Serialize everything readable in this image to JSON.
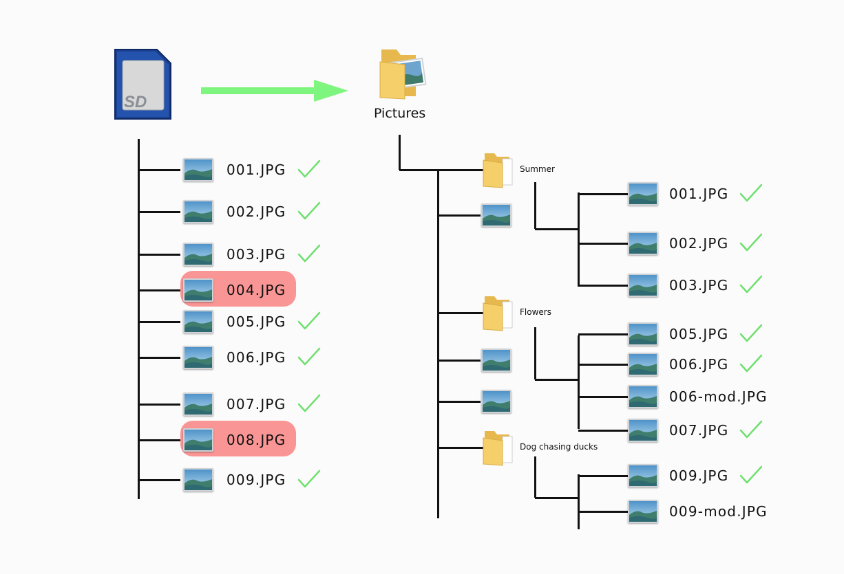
{
  "colors": {
    "arrow": "#7ef57e",
    "check": "#6fe06f",
    "highlight": "#f96a6a",
    "sd_card": "#1b3f8f",
    "folder": "#f4cf6a"
  },
  "sd_card": {
    "label": "SD",
    "icon": "sd-card-icon"
  },
  "source_files": [
    {
      "name": "001.JPG",
      "status": "copied"
    },
    {
      "name": "002.JPG",
      "status": "copied"
    },
    {
      "name": "003.JPG",
      "status": "copied"
    },
    {
      "name": "004.JPG",
      "status": "missing"
    },
    {
      "name": "005.JPG",
      "status": "copied"
    },
    {
      "name": "006.JPG",
      "status": "copied"
    },
    {
      "name": "007.JPG",
      "status": "copied"
    },
    {
      "name": "008.JPG",
      "status": "missing"
    },
    {
      "name": "009.JPG",
      "status": "copied"
    }
  ],
  "destination": {
    "root": "Pictures",
    "folders": [
      {
        "name": "Summer",
        "files": [
          {
            "name": "001.JPG",
            "checked": true
          },
          {
            "name": "002.JPG",
            "checked": true
          },
          {
            "name": "003.JPG",
            "checked": true
          }
        ]
      },
      {
        "name": "Flowers",
        "files": [
          {
            "name": "005.JPG",
            "checked": true
          },
          {
            "name": "006.JPG",
            "checked": true
          },
          {
            "name": "006-mod.JPG",
            "checked": false
          },
          {
            "name": "007.JPG",
            "checked": true
          }
        ]
      },
      {
        "name": "Dog chasing ducks",
        "files": [
          {
            "name": "009.JPG",
            "checked": true
          },
          {
            "name": "009-mod.JPG",
            "checked": false
          }
        ]
      }
    ],
    "loose_images": 3
  }
}
